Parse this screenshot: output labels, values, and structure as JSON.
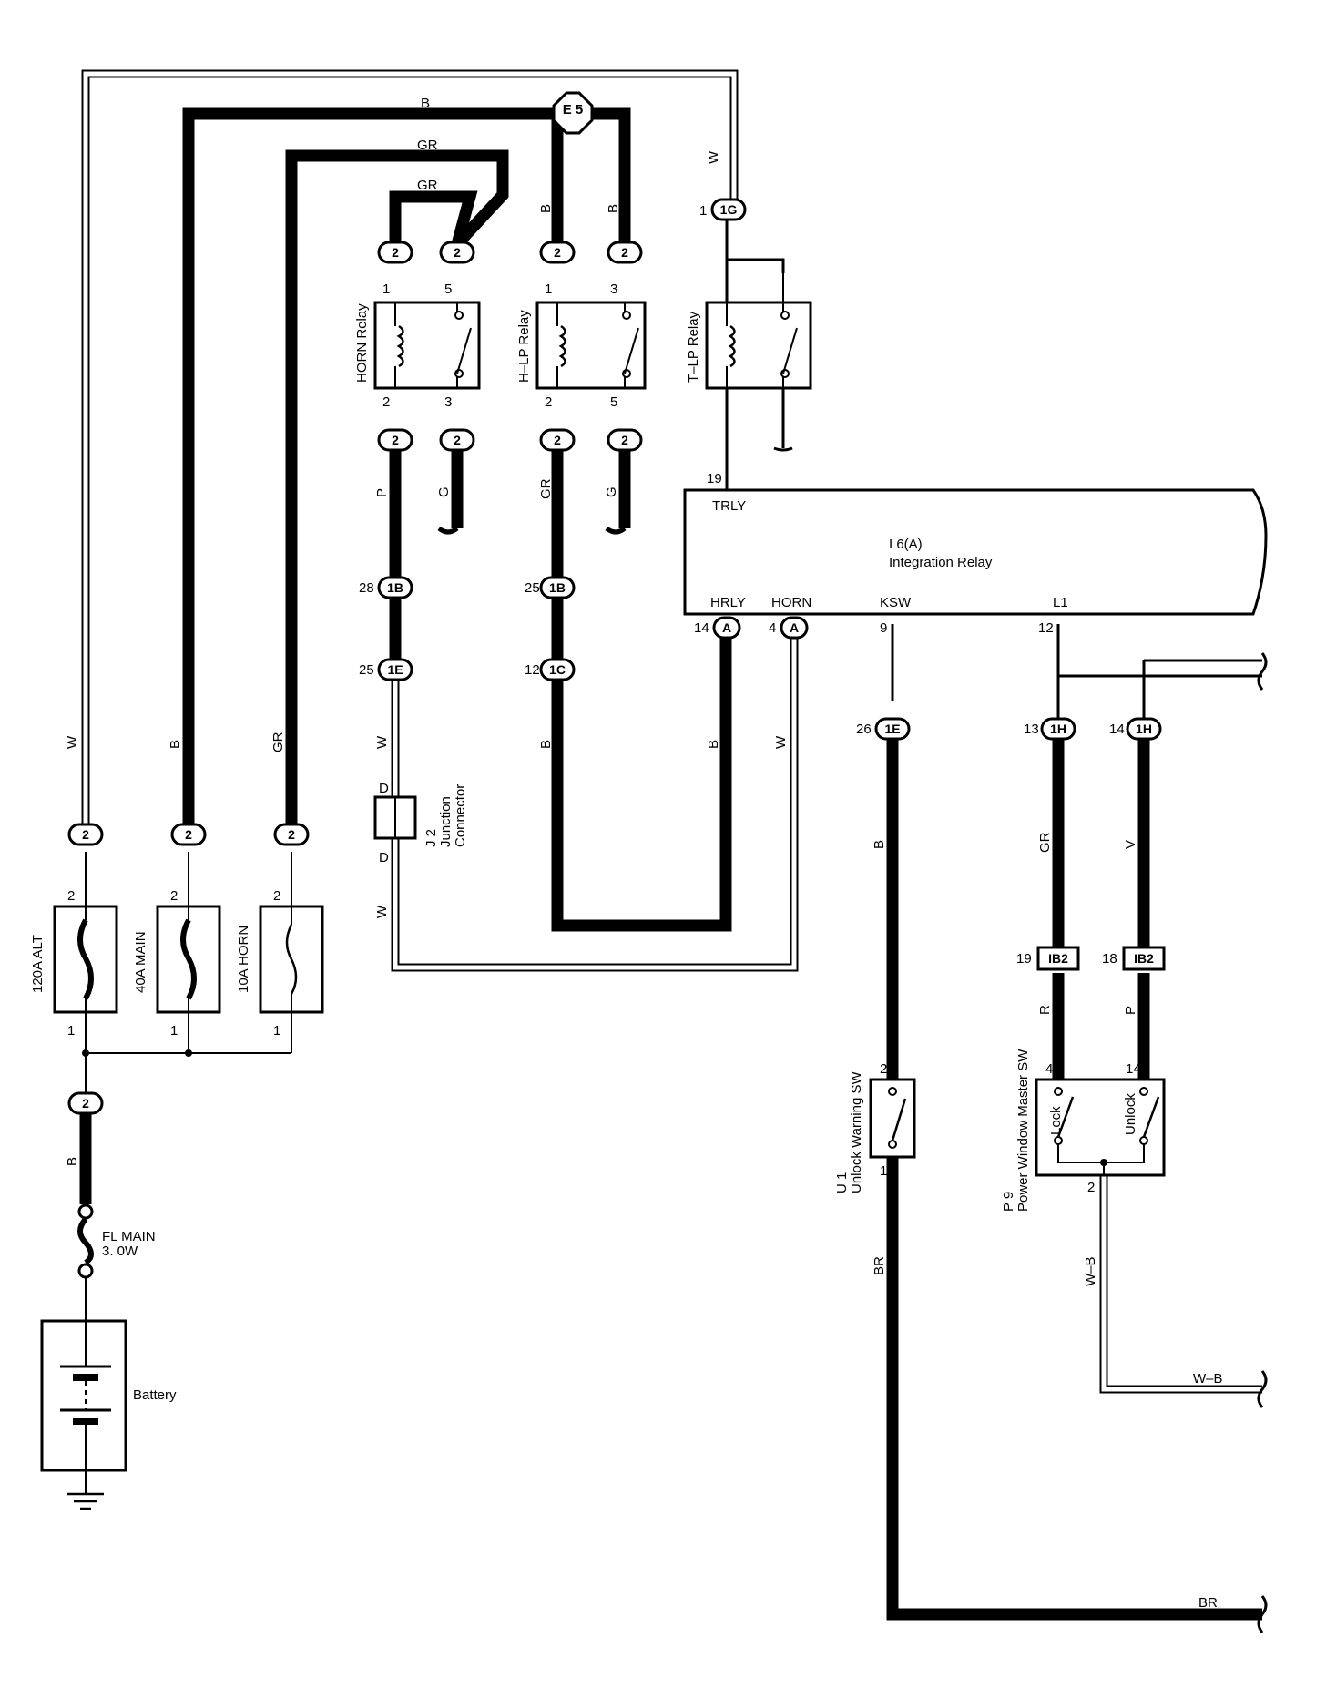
{
  "wire_colors": {
    "b": "B",
    "gr": "GR",
    "w": "W",
    "p": "P",
    "g": "G",
    "v": "V",
    "r": "R",
    "br": "BR",
    "wb": "W–B"
  },
  "splices": {
    "e5": "E 5"
  },
  "connectors": {
    "c2": "2",
    "c1g": "1G",
    "c1b": "1B",
    "c1e": "1E",
    "c1c": "1C",
    "c1h": "1H",
    "cib2": "IB2",
    "ca": "A"
  },
  "pins": {
    "p1": "1",
    "p2": "2",
    "p3": "3",
    "p4": "4",
    "p5": "5",
    "p9": "9",
    "p12": "12",
    "p13": "13",
    "p14": "14",
    "p18": "18",
    "p19": "19",
    "p25": "25",
    "p26": "26",
    "p28": "28",
    "pd": "D"
  },
  "components": {
    "horn_relay": "HORN Relay",
    "hlp_relay": "H–LP Relay",
    "tlp_relay": "T–LP Relay",
    "integration_relay": {
      "code": "I 6(A)",
      "name": "Integration Relay"
    },
    "junction_connector": {
      "code": "J 2",
      "line1": "Junction",
      "line2": "Connector"
    },
    "fuse_alt": "120A ALT",
    "fuse_main": "40A MAIN",
    "fuse_horn": "10A HORN",
    "fl_main": {
      "line1": "FL MAIN",
      "line2": "3. 0W"
    },
    "battery": "Battery",
    "unlock_sw": {
      "code": "U 1",
      "name": "Unlock Warning SW"
    },
    "pw_master": {
      "code": "P 9",
      "name": "Power Window Master SW"
    },
    "lock": "Lock",
    "unlock": "Unlock"
  },
  "terminals": {
    "trly": "TRLY",
    "hrly": "HRLY",
    "horn": "HORN",
    "ksw": "KSW",
    "l1": "L1"
  }
}
